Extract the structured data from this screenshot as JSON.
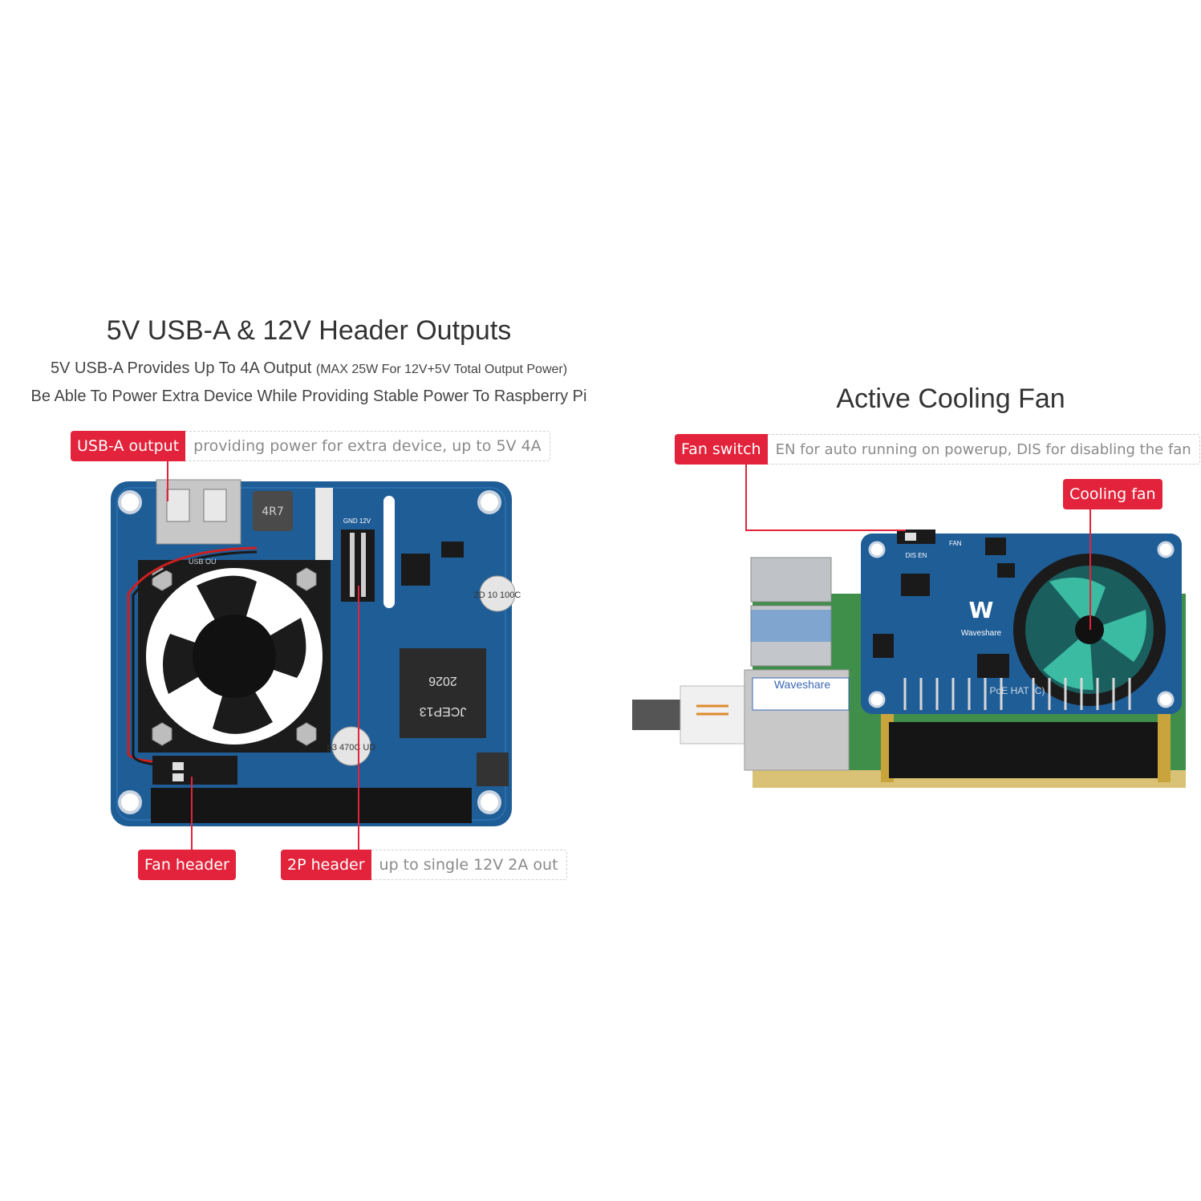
{
  "left": {
    "title": "5V USB-A & 12V Header Outputs",
    "subtitle_main": "5V USB-A Provides Up To 4A Output",
    "subtitle_small": "(MAX 25W For 12V+5V Total Output Power)",
    "subtitle2": "Be Able To Power Extra Device While Providing Stable Power To Raspberry Pi",
    "callouts": {
      "usb": {
        "label": "USB-A output",
        "desc": "providing power for extra device, up to 5V 4A"
      },
      "fan": {
        "label": "Fan header"
      },
      "header2p": {
        "label": "2P header",
        "desc": "up to single 12V 2A out"
      }
    },
    "board_text": {
      "gnd12v": "GND 12V",
      "inductor": "4R7",
      "cap1": "2D 10 100C",
      "transformer1": "2026",
      "transformer2": "JCEP13",
      "cap2": "p3 470C UD",
      "usb_silk": "USB OU"
    }
  },
  "right": {
    "title": "Active Cooling Fan",
    "callouts": {
      "fan_switch": {
        "label": "Fan switch",
        "desc": "EN for auto running on powerup, DIS for disabling the fan"
      },
      "cooling_fan": {
        "label": "Cooling fan"
      }
    },
    "board_text": {
      "brand": "Waveshare",
      "sticker": "Waveshare",
      "switch": "DIS EN",
      "fan": "FAN",
      "model": "PoE HAT (C)"
    }
  },
  "colors": {
    "pcb": "#1f5d97",
    "callout_red": "#e2233b",
    "raspberry_green": "#3f8f4a"
  }
}
